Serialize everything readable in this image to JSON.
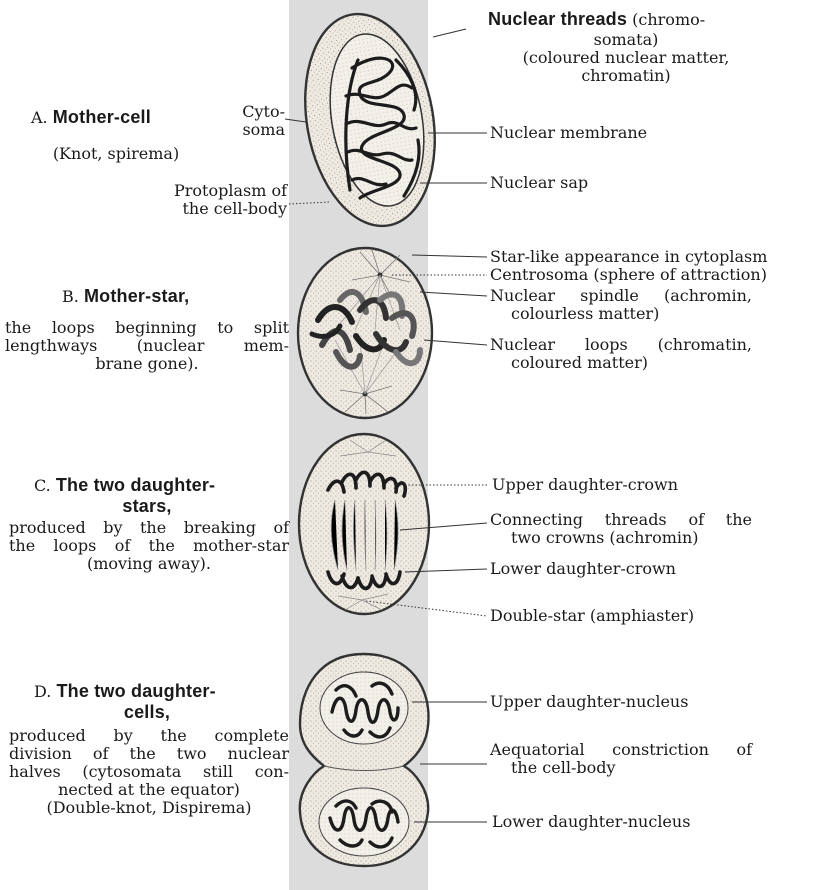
{
  "panel_a": {
    "title_letter": "A.",
    "title": "Mother-cell",
    "subtitle": "(Knot, spirema)",
    "cytosoma_1": "Cyto-",
    "cytosoma_2": "soma",
    "protoplasm_1": "Protoplasm of",
    "protoplasm_2": "the cell-body",
    "threads_bold": "Nuclear threads",
    "threads_rest": " (chromo-",
    "threads_2": "somata)",
    "threads_3": "(coloured nuclear matter,",
    "threads_4": "chromatin)",
    "membrane": "Nuclear membrane",
    "sap": "Nuclear sap"
  },
  "panel_b": {
    "title_letter": "B.",
    "title": "Mother-star,",
    "desc_1": "the loops beginning to split",
    "desc_2": "lengthways (nuclear mem-",
    "desc_3": "brane gone).",
    "star_like": "Star-like appearance in cytoplasm",
    "centrosoma": "Centrosoma (sphere of attraction)",
    "spindle_1": "Nuclear spindle (achromin,",
    "spindle_2": "colourless matter)",
    "loops_1": "Nuclear loops (chromatin,",
    "loops_2": "coloured matter)"
  },
  "panel_c": {
    "title_letter": "C.",
    "title_1": "The two daughter-",
    "title_2": "stars,",
    "desc_1": "produced by the breaking of",
    "desc_2": "the loops of the mother-star",
    "desc_3": "(moving away).",
    "upper_crown": "Upper daughter-crown",
    "connecting_1": "Connecting threads of the",
    "connecting_2": "two crowns (achromin)",
    "lower_crown": "Lower daughter-crown",
    "double_star": "Double-star (amphiaster)"
  },
  "panel_d": {
    "title_letter": "D.",
    "title_1": "The two daughter-",
    "title_2": "cells,",
    "desc_1": "produced by the complete",
    "desc_2": "division of the two nuclear",
    "desc_3": "halves (cytosomata still con-",
    "desc_4": "nected at the equator)",
    "desc_5": "(Double-knot, Dispirema)",
    "upper_nucleus": "Upper daughter-nucleus",
    "constriction_1": "Aequatorial constriction of",
    "constriction_2": "the cell-body",
    "lower_nucleus": "Lower daughter-nucleus"
  }
}
